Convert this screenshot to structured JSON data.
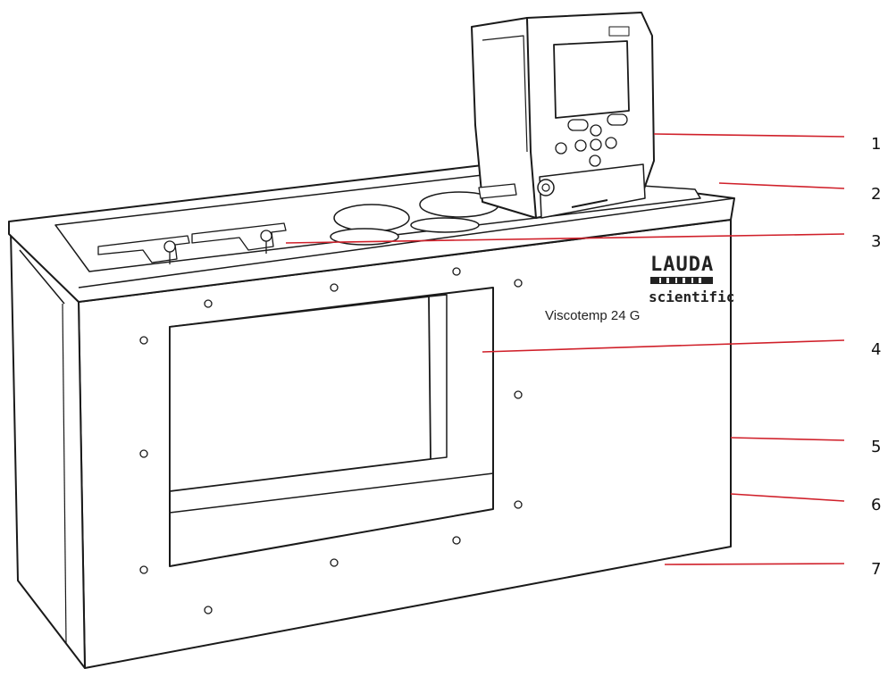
{
  "device": {
    "model_label": "Viscotemp 24 G",
    "brand_name": "LAUDA",
    "brand_sub": "scientific"
  },
  "callouts": [
    {
      "label": "1"
    },
    {
      "label": "2"
    },
    {
      "label": "3"
    },
    {
      "label": "4"
    },
    {
      "label": "5"
    },
    {
      "label": "6"
    },
    {
      "label": "7"
    }
  ],
  "colors": {
    "line": "#1a1a1a",
    "callout_line": "#d0202a",
    "fill": "#ffffff",
    "shade": "#e8e8e8"
  }
}
